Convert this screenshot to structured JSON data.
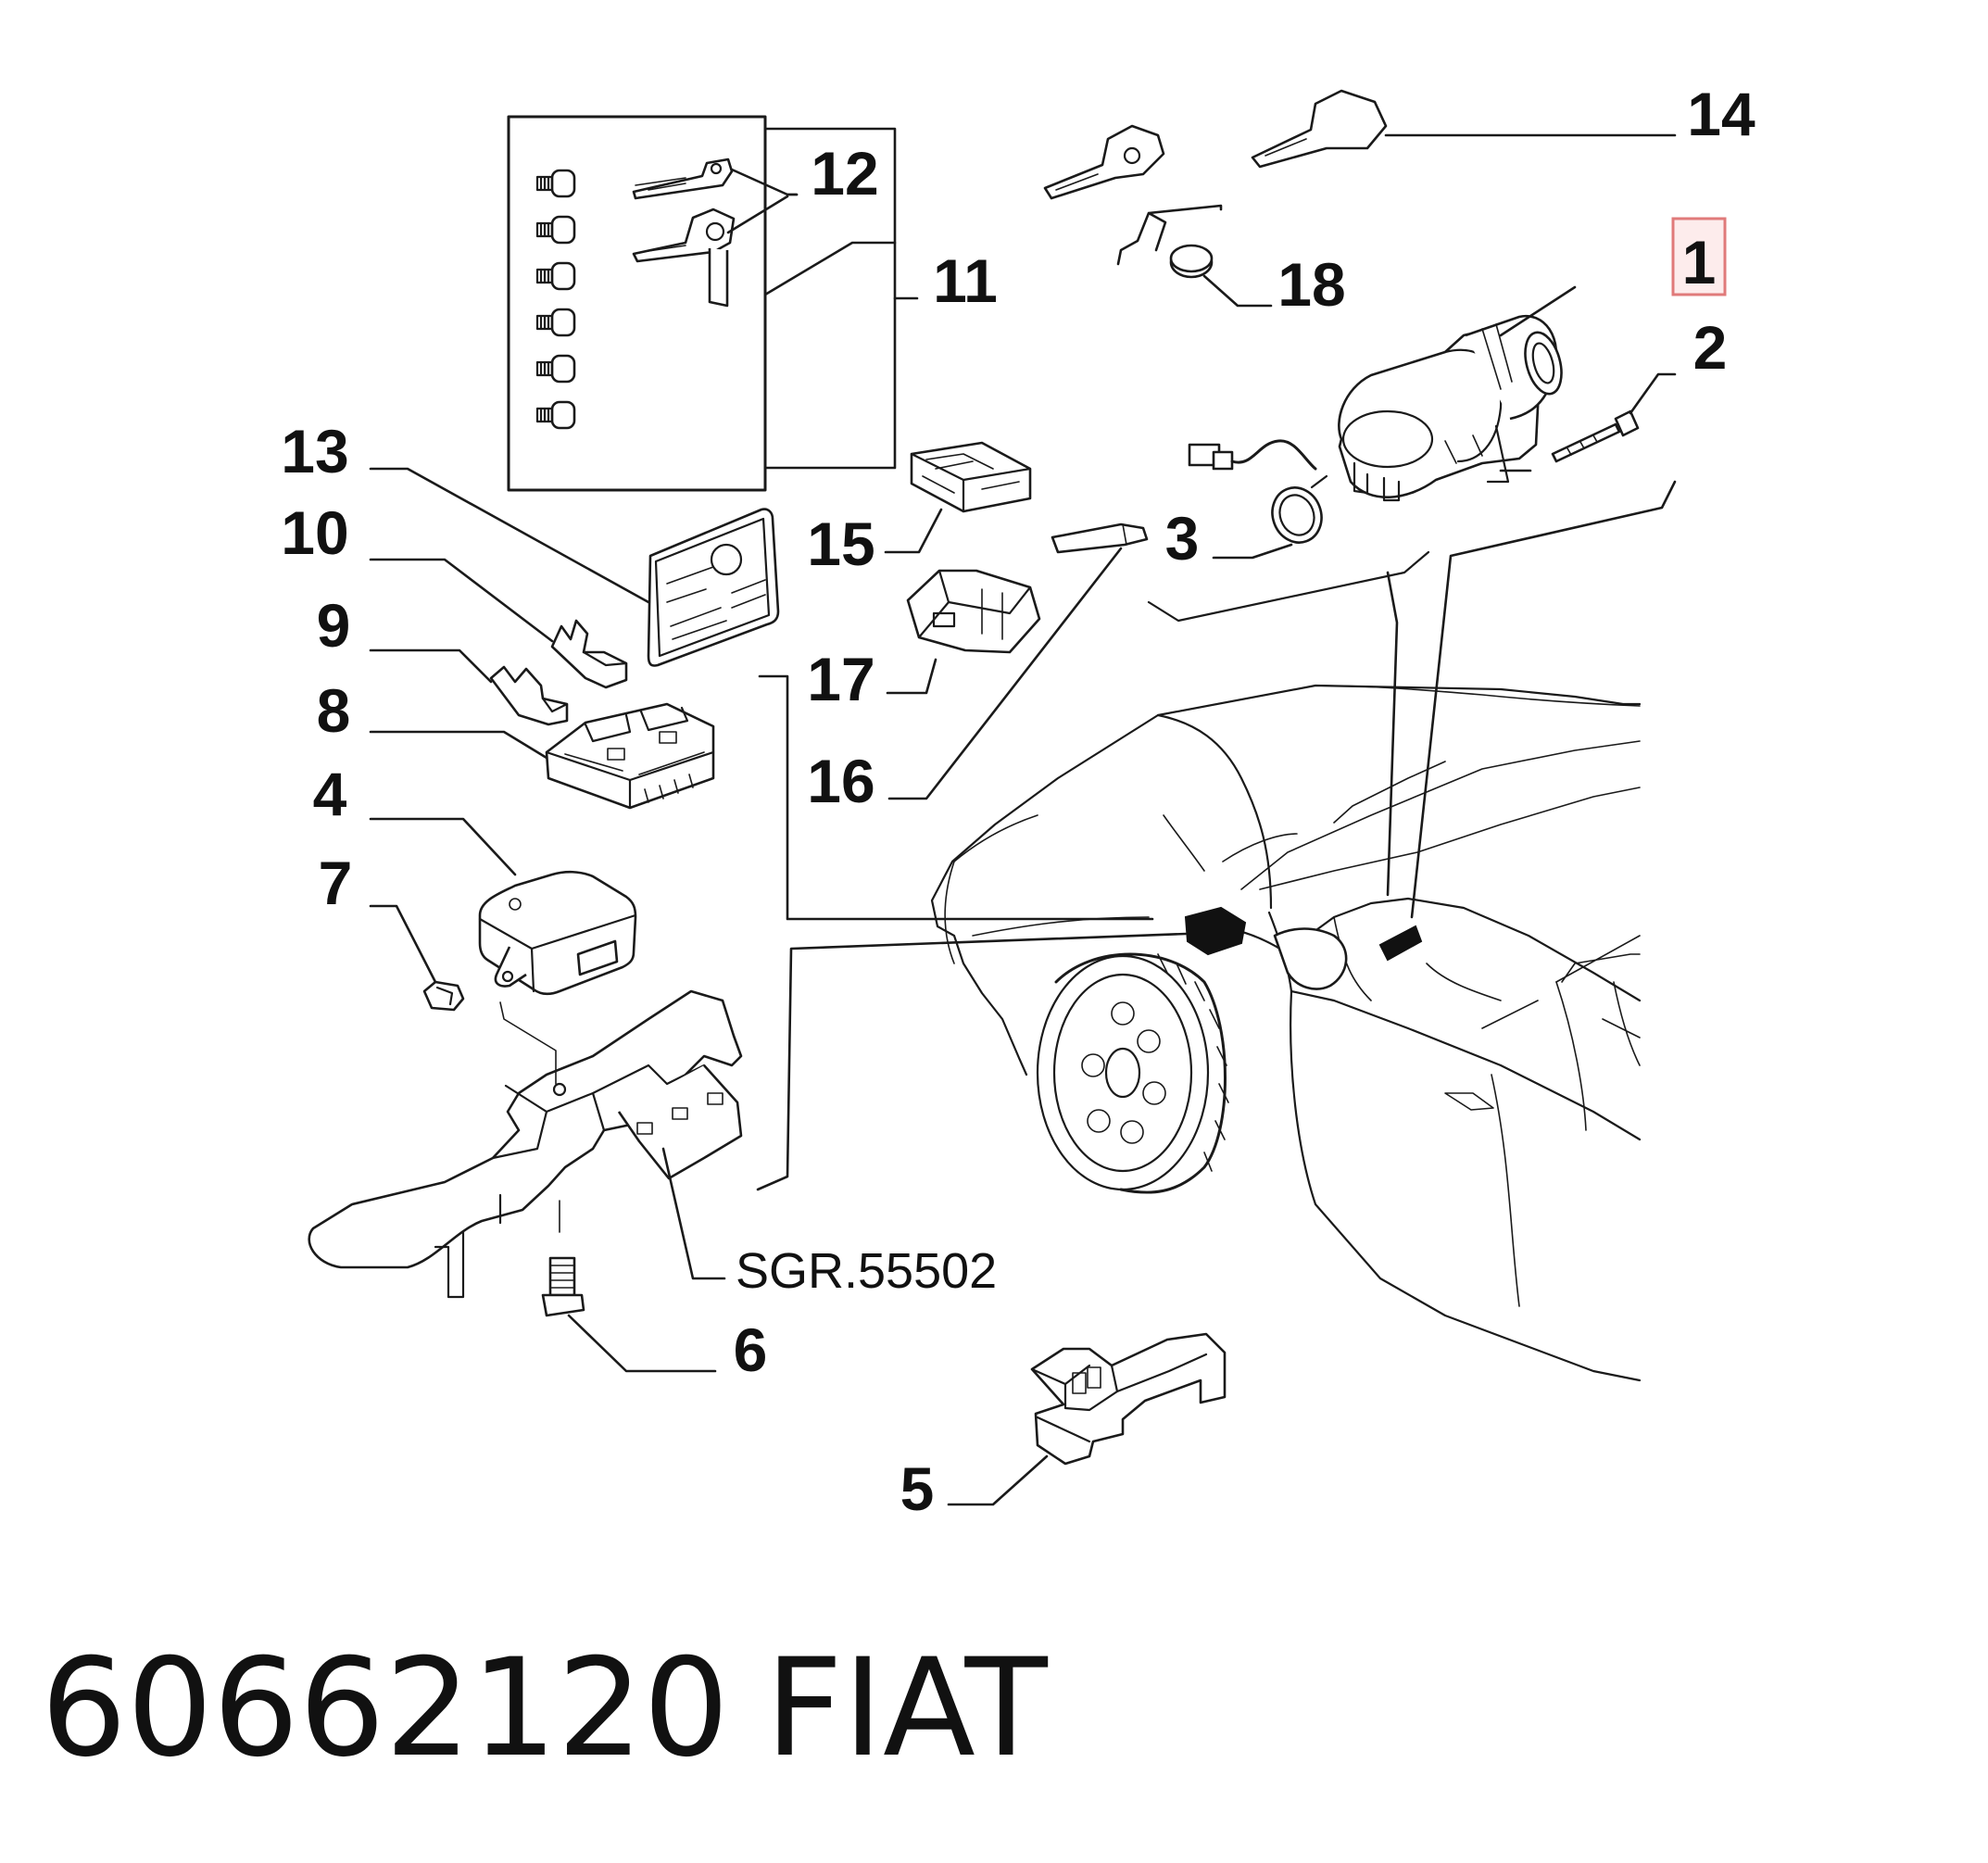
{
  "diagram": {
    "callouts": {
      "c1": "1",
      "c2": "2",
      "c3": "3",
      "c4": "4",
      "c5": "5",
      "c6": "6",
      "c7": "7",
      "c8": "8",
      "c9": "9",
      "c10": "10",
      "c11": "11",
      "c12": "12",
      "c13": "13",
      "c14": "14",
      "c15": "15",
      "c16": "16",
      "c17": "17",
      "c18": "18"
    },
    "highlighted_callout": "1",
    "reference_code": "SGR.55502",
    "highlight_color": "#e07a7a"
  },
  "footer": {
    "part_number": "60662120",
    "brand": "FIAT"
  }
}
